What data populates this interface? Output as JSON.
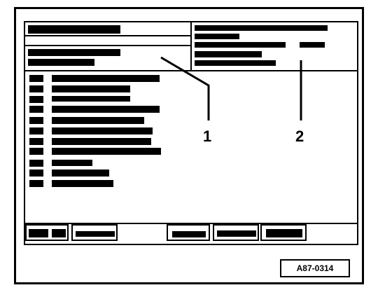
{
  "callouts": [
    "1",
    "2"
  ],
  "reference_code": "A87-0314",
  "colors": {
    "ink": "#000000",
    "paper": "#ffffff"
  }
}
